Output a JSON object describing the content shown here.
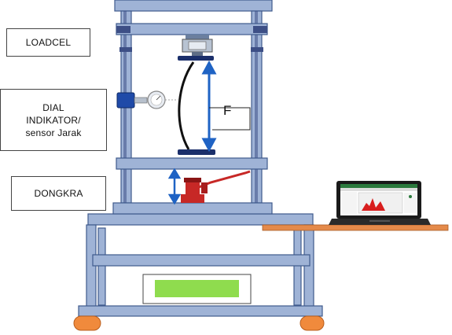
{
  "labels": {
    "loadcel": "LOADCEL",
    "dial_line1": "DIAL",
    "dial_line2": "INDIKATOR/",
    "dial_line3": "sensor Jarak",
    "dongkra": "DONGKRA",
    "force": "F"
  },
  "colors": {
    "frame_fill": "#9fb3d6",
    "frame_stroke": "#3f5a8c",
    "column_dark": "#3d4f86",
    "arrow_blue": "#1f63c4",
    "jack_red": "#c72826",
    "display_green": "#8fdc4e",
    "wheel_orange": "#f08a3c",
    "table_orange": "#e58a4a",
    "specimen": "#111111",
    "platen_blue": "#1b2f6b"
  },
  "icons": {
    "jack": "hydraulic-jack-icon",
    "laptop": "laptop-icon",
    "dial": "dial-gauge-icon",
    "loadcell": "load-cell-icon"
  }
}
